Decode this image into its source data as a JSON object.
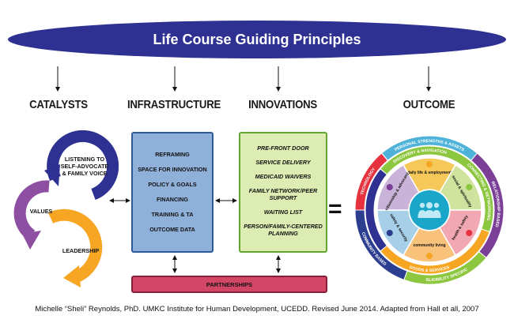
{
  "banner": {
    "title": "Life Course Guiding Principles"
  },
  "headings": {
    "catalysts": "CATALYSTS",
    "infrastructure": "INFRASTRUCTURE",
    "innovations": "INNOVATIONS",
    "outcome": "OUTCOME"
  },
  "catalysts": {
    "voice": [
      "LISTENING TO",
      "SELF-ADVOCATE",
      "& FAMILY VOICE"
    ],
    "values": "VALUES",
    "leadership": "LEADERSHIP"
  },
  "infrastructure": {
    "items": [
      "REFRAMING",
      "SPACE FOR INNOVATION",
      "POLICY & GOALS",
      "FINANCING",
      "TRAINING & TA",
      "OUTCOME DATA"
    ]
  },
  "innovations": {
    "items": [
      "PRE-FRONT DOOR",
      "SERVICE DELIVERY",
      "MEDICAID WAIVERS",
      "FAMILY NETWORK/PEER\nSUPPORT",
      "WAITING LIST",
      "PERSON/FAMILY-CENTERED\nPLANNING"
    ]
  },
  "partnerships": {
    "label": "PARTNERSHIPS"
  },
  "equals": "=",
  "outcome_wheel": {
    "outer_ring": [
      "PERSONAL STRENGTHS & ASSETS",
      "RELATIONSHIP BASED",
      "ELIGIBILITY SPECIFIC",
      "COMMUNITY BASED",
      "TECHNOLOGY"
    ],
    "middle_ring": [
      "DISCOVERY & NAVIGATION",
      "CONNECTING & NETWORKING",
      "GOODS & SERVICES"
    ],
    "inner_segments": [
      "daily life & employment",
      "social & spirituality",
      "health & safety",
      "community living",
      "safety & security",
      "citizenship & advocacy"
    ],
    "colors": [
      "#f5a623",
      "#4fb3d9",
      "#8dc63f",
      "#e5323e",
      "#2c3e8f",
      "#7b3f98"
    ]
  },
  "footer": "Michelle “Sheli” Reynolds, PhD. UMKC Institute for Human Development, UCEDD. Revised June 2014. Adapted from Hall et all, 2007"
}
